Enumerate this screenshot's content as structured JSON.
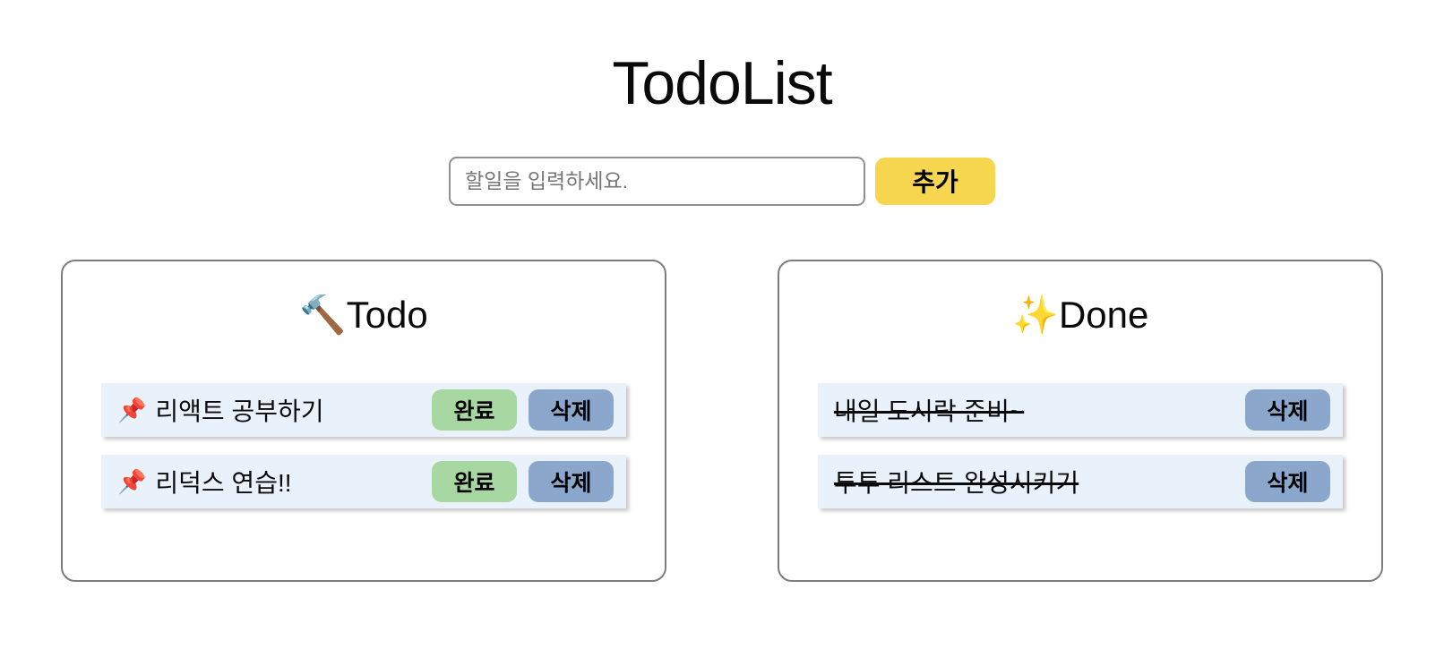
{
  "app": {
    "title": "TodoList"
  },
  "input": {
    "placeholder": "할일을 입력하세요.",
    "value": ""
  },
  "add_button": {
    "label": "추가"
  },
  "colors": {
    "add_button_bg": "#F6D64E",
    "complete_button_bg": "#A8D8A2",
    "delete_button_bg": "#8BA8CC",
    "item_row_bg": "#E9F1FB",
    "panel_border": "#7D7D7D"
  },
  "todo_panel": {
    "title_icon": "🔨",
    "title": "Todo",
    "items": [
      {
        "icon": "📌",
        "text": "리액트 공부하기",
        "complete_label": "완료",
        "delete_label": "삭제"
      },
      {
        "icon": "📌",
        "text": "리덕스 연습!!",
        "complete_label": "완료",
        "delete_label": "삭제"
      }
    ]
  },
  "done_panel": {
    "title_icon": "✨",
    "title": "Done",
    "items": [
      {
        "text": "내일 도시락 준비~",
        "delete_label": "삭제"
      },
      {
        "text": "투투 리스트 완성시키기",
        "delete_label": "삭제"
      }
    ]
  }
}
